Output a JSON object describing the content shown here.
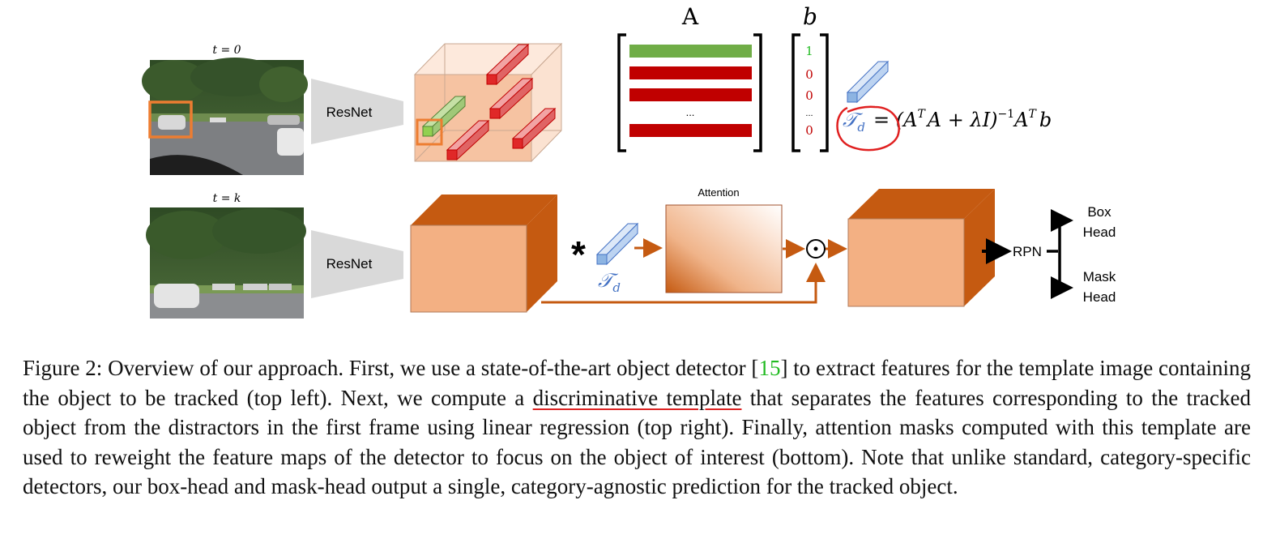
{
  "figure": {
    "top_row": {
      "time_label": "t = 0",
      "backbone_label": "ResNet"
    },
    "bottom_row": {
      "time_label": "t = k",
      "backbone_label": "ResNet",
      "attention_label": "Attention",
      "template_symbol": "𝒯",
      "template_subscript": "d",
      "operator_star": "*",
      "operator_odot": "⊙",
      "rpn_label": "RPN",
      "box_head_line1": "Box",
      "box_head_line2": "Head",
      "mask_head_line1": "Mask",
      "mask_head_line2": "Head"
    },
    "regression": {
      "matrix_label": "A",
      "vector_label": "b",
      "matrix_ellipsis": "...",
      "vector_values": [
        "1",
        "0",
        "0",
        "...",
        "0"
      ],
      "equation_template": "𝒯",
      "equation_subscript": "d",
      "equation_rhs": "= (A",
      "equation_T1": "T",
      "equation_mid": "A + λI)",
      "equation_inv": "−1",
      "equation_A": "A",
      "equation_T2": "T",
      "equation_b": "b"
    },
    "colors": {
      "cube_front": "#f3b083",
      "cube_side": "#c55a11",
      "green_bar": "#70ad47",
      "red_bar": "#c00000",
      "template_blue": "#a9c6ef",
      "orange_arrow": "#c55a11",
      "box_highlight": "#ed7d31",
      "green_text": "#22bb22",
      "red_text": "#c00000",
      "annotation_red": "#e02020"
    }
  },
  "caption": {
    "p1": "Figure 2: Overview of our approach. First, we use a state-of-the-art object detector [",
    "ref": "15",
    "p2": "] to extract features for the template image containing the object to be tracked (top left). Next, we compute a ",
    "underlined": "discriminative template",
    "p3": " that separates the features corresponding to the tracked object from the distractors in the first frame using linear regression (top right). Finally, attention masks computed with this template are used to reweight the feature maps of the detector to focus on the object of interest (bottom). Note that unlike standard, category-specific detectors, our box-head and mask-head output a single, category-agnostic prediction for the tracked object."
  }
}
